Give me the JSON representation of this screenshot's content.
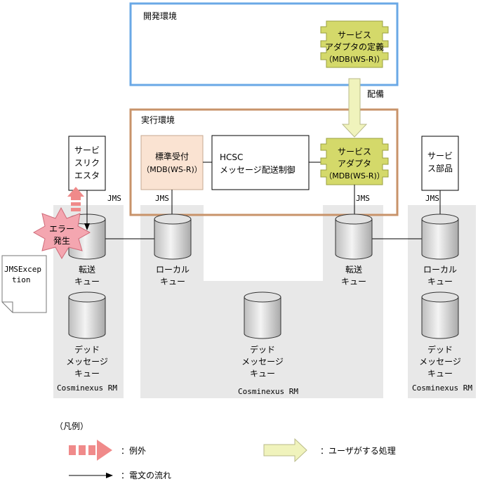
{
  "environments": {
    "dev": {
      "label": "開発環境",
      "color": "#6aa8e6"
    },
    "run": {
      "label": "実行環境",
      "color": "#c8936a"
    }
  },
  "boxes": {
    "service_adapter_def": [
      "サービス",
      "アダプタの定義",
      "（MDB(WS-R)）"
    ],
    "service_adapter": [
      "サービス",
      "アダプタ",
      "（MDB(WS-R)）"
    ],
    "standard_receiver": [
      "標準受付",
      "（MDB(WS-R)）"
    ],
    "hcsc": [
      "HCSC",
      "メッセージ配送制御"
    ],
    "service_requester": [
      "サービ",
      "スリク",
      "エスタ"
    ],
    "service_part": [
      "サービ",
      "ス部品"
    ],
    "jmsexception": [
      "JMSExcep",
      "tion"
    ]
  },
  "deploy_label": "配備",
  "jms_label": "JMS",
  "error_burst": [
    "エラー",
    "発生"
  ],
  "queues": {
    "transfer": [
      "転送",
      "キュー"
    ],
    "local": [
      "ローカル",
      "キュー"
    ],
    "dead": [
      "デッド",
      "メッセージ",
      "キュー"
    ]
  },
  "rm_label": "Cosminexus RM",
  "legend": {
    "title": "（凡例）",
    "exception": "：例外",
    "user_process": "：ユーザがする処理",
    "message_flow": "：電文の流れ"
  },
  "colors": {
    "adapter_fill": "#d4d96a",
    "receiver_fill": "#fae3d2",
    "panel_fill": "#e8e8e8",
    "arrow_user": "#f0f3bc",
    "arrow_exception": "#f08a8a",
    "burst_fill": "#f4a6b0"
  }
}
